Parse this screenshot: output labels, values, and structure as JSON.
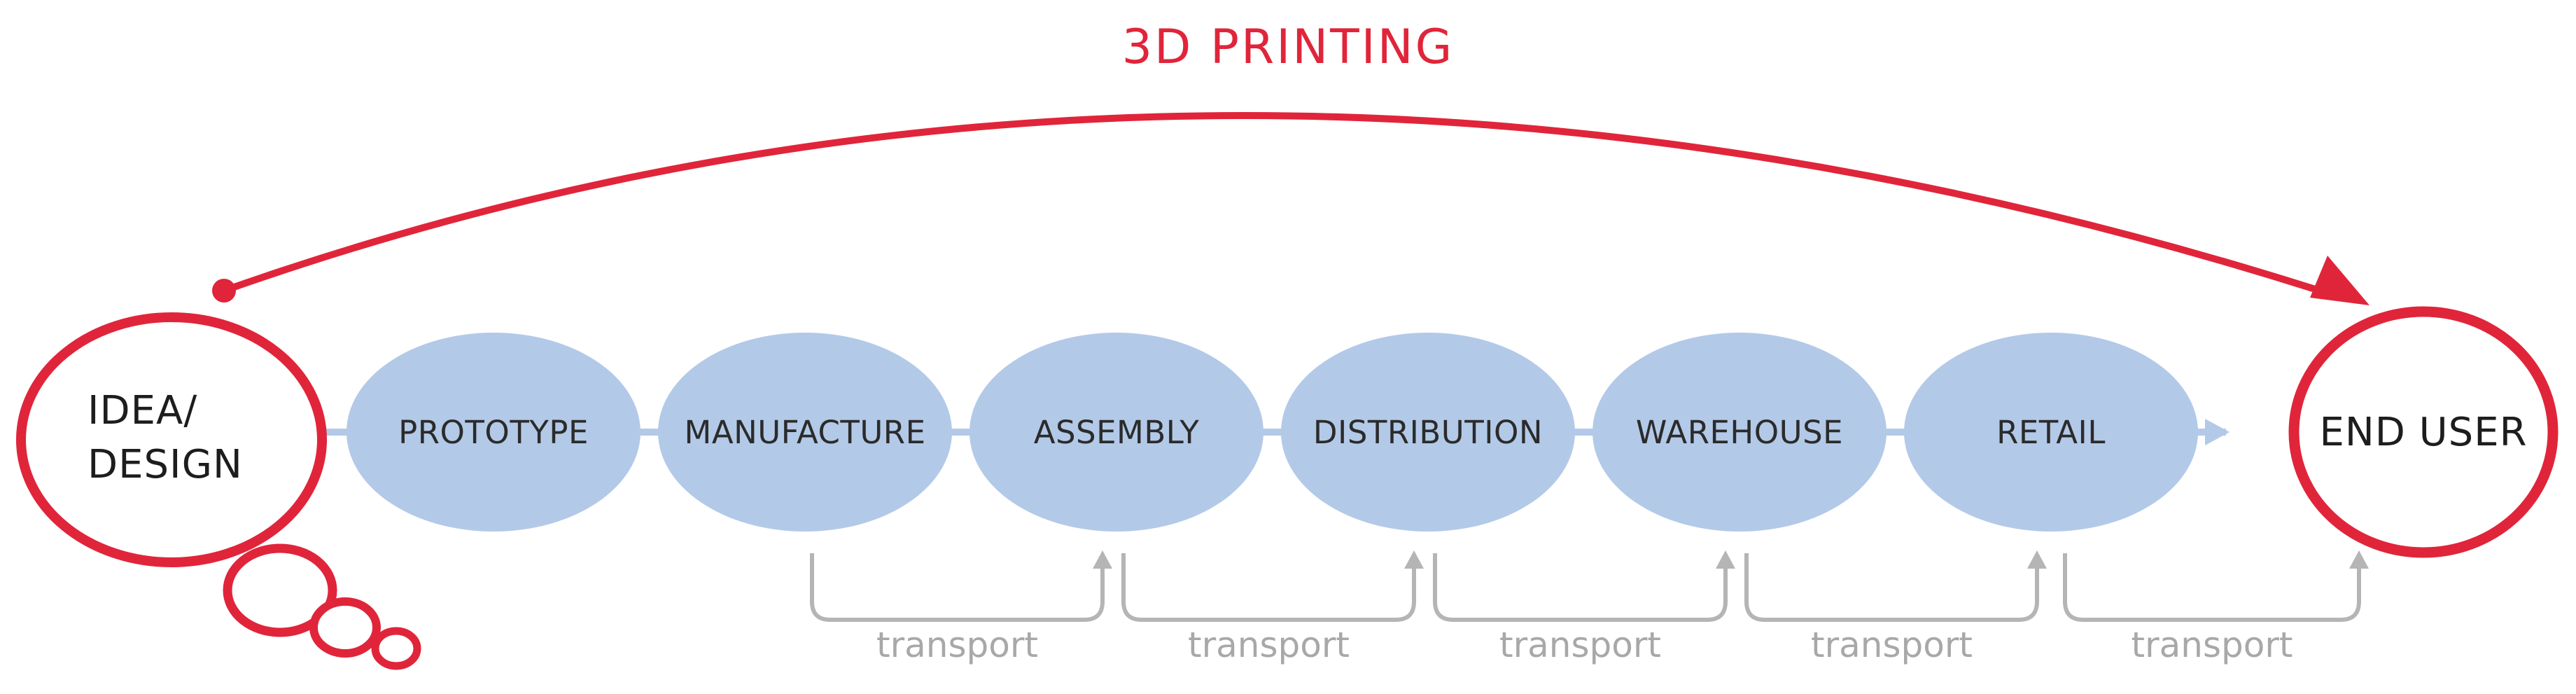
{
  "title": "3D PRINTING",
  "start_node": {
    "lines": [
      "IDEA/",
      "DESIGN"
    ]
  },
  "end_node": {
    "label": "END USER"
  },
  "stages": [
    {
      "label": "PROTOTYPE"
    },
    {
      "label": "MANUFACTURE"
    },
    {
      "label": "ASSEMBLY"
    },
    {
      "label": "DISTRIBUTION"
    },
    {
      "label": "WAREHOUSE"
    },
    {
      "label": "RETAIL"
    }
  ],
  "transport_label": "transport",
  "transport_count": 5,
  "colors": {
    "accent": "#e0253a",
    "stage_fill": "#b3c9e8",
    "connector": "#b3c9e8",
    "transport": "#b5b5b5",
    "text": "#2b2b2b"
  }
}
